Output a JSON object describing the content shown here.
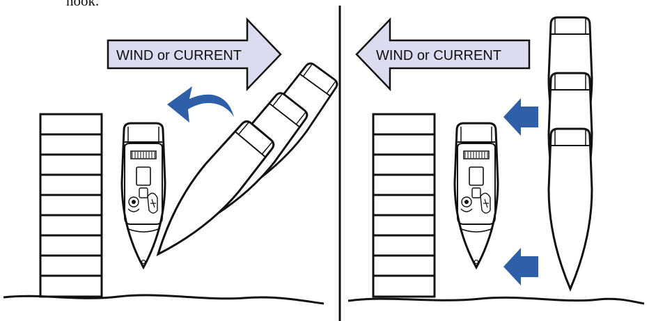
{
  "caption_fragment": "hook.",
  "colors": {
    "wind_arrow_fill": "#dcdcf0",
    "accent_arrow": "#2f5fa8",
    "ink": "#111111"
  },
  "panels": [
    {
      "id": "left",
      "wind_label": "WIND or CURRENT",
      "wind_direction": "right",
      "turn_arrow": "curved-left"
    },
    {
      "id": "right",
      "wind_label": "WIND or CURRENT",
      "wind_direction": "left",
      "push_arrows": [
        "left",
        "left"
      ]
    }
  ]
}
